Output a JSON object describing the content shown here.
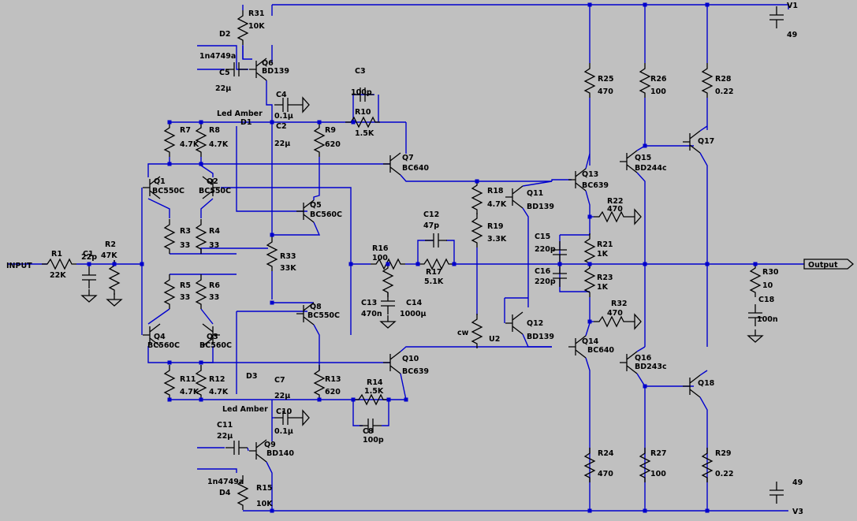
{
  "colors": {
    "background": "#c0c0c0",
    "wire": "#0000cd",
    "component": "#000000"
  },
  "nets": {
    "input": "INPUT",
    "output": "Output"
  },
  "labels": [
    {
      "id": "R31",
      "name": "R31",
      "value": "10K"
    },
    {
      "id": "D2",
      "name": "D2",
      "value": "1n4749a"
    },
    {
      "id": "Q6",
      "name": "Q6",
      "value": "BD139"
    },
    {
      "id": "C5",
      "name": "C5",
      "value": "22µ"
    },
    {
      "id": "C3",
      "name": "C3",
      "value": "100p"
    },
    {
      "id": "C4",
      "name": "C4",
      "value": "0.1µ"
    },
    {
      "id": "R10",
      "name": "R10",
      "value": "1.5K"
    },
    {
      "id": "D1",
      "name": "D1",
      "value": "Led Amber"
    },
    {
      "id": "C2",
      "name": "C2",
      "value": "22µ"
    },
    {
      "id": "R7",
      "name": "R7",
      "value": "4.7K"
    },
    {
      "id": "R8",
      "name": "R8",
      "value": "4.7K"
    },
    {
      "id": "R9",
      "name": "R9",
      "value": "620"
    },
    {
      "id": "Q7",
      "name": "Q7",
      "value": "BC640"
    },
    {
      "id": "Q1",
      "name": "Q1",
      "value": "BC550C"
    },
    {
      "id": "Q2",
      "name": "Q2",
      "value": "BC550C"
    },
    {
      "id": "Q5",
      "name": "Q5",
      "value": "BC560C"
    },
    {
      "id": "R3",
      "name": "R3",
      "value": "33"
    },
    {
      "id": "R4",
      "name": "R4",
      "value": "33"
    },
    {
      "id": "R1",
      "name": "R1",
      "value": "22K"
    },
    {
      "id": "C1",
      "name": "C1",
      "value": "22p"
    },
    {
      "id": "R2",
      "name": "R2",
      "value": "47K"
    },
    {
      "id": "R33",
      "name": "R33",
      "value": "33K"
    },
    {
      "id": "R16",
      "name": "R16",
      "value": "100"
    },
    {
      "id": "C12",
      "name": "C12",
      "value": "47p"
    },
    {
      "id": "R17",
      "name": "R17",
      "value": "5.1K"
    },
    {
      "id": "R18",
      "name": "R18",
      "value": "4.7K"
    },
    {
      "id": "R19",
      "name": "R19",
      "value": "3.3K"
    },
    {
      "id": "Q11",
      "name": "Q11",
      "value": "BD139"
    },
    {
      "id": "R5",
      "name": "R5",
      "value": "33"
    },
    {
      "id": "R6",
      "name": "R6",
      "value": "33"
    },
    {
      "id": "C13",
      "name": "C13",
      "value": "470n"
    },
    {
      "id": "C14",
      "name": "C14",
      "value": "1000µ"
    },
    {
      "id": "Q8",
      "name": "Q8",
      "value": "BC550C"
    },
    {
      "id": "Q4",
      "name": "Q4",
      "value": "BC560C"
    },
    {
      "id": "Q3",
      "name": "Q3",
      "value": "BC560C"
    },
    {
      "id": "U2",
      "name": "U2",
      "value": "cw"
    },
    {
      "id": "Q12",
      "name": "Q12",
      "value": "BD139"
    },
    {
      "id": "Q10",
      "name": "Q10",
      "value": "BC639"
    },
    {
      "id": "R11",
      "name": "R11",
      "value": "4.7K"
    },
    {
      "id": "R12",
      "name": "R12",
      "value": "4.7K"
    },
    {
      "id": "R13",
      "name": "R13",
      "value": "620"
    },
    {
      "id": "R14",
      "name": "R14",
      "value": "1.5K"
    },
    {
      "id": "D3",
      "name": "D3",
      "value": "Led Amber"
    },
    {
      "id": "C7",
      "name": "C7",
      "value": "22µ"
    },
    {
      "id": "C8",
      "name": "C8",
      "value": "100p"
    },
    {
      "id": "C10",
      "name": "C10",
      "value": "0.1µ"
    },
    {
      "id": "C11",
      "name": "C11",
      "value": "22µ"
    },
    {
      "id": "Q9",
      "name": "Q9",
      "value": "BD140"
    },
    {
      "id": "D4",
      "name": "D4",
      "value": "1n4749a"
    },
    {
      "id": "R15",
      "name": "R15",
      "value": "10K"
    },
    {
      "id": "R25",
      "name": "R25",
      "value": "470"
    },
    {
      "id": "R26",
      "name": "R26",
      "value": "100"
    },
    {
      "id": "R28",
      "name": "R28",
      "value": "0.22"
    },
    {
      "id": "Q13",
      "name": "Q13",
      "value": "BC639"
    },
    {
      "id": "Q15",
      "name": "Q15",
      "value": "BD244c"
    },
    {
      "id": "Q17",
      "name": "Q17",
      "value": ""
    },
    {
      "id": "R22",
      "name": "R22",
      "value": "470"
    },
    {
      "id": "C15",
      "name": "C15",
      "value": "220p"
    },
    {
      "id": "C16",
      "name": "C16",
      "value": "220p"
    },
    {
      "id": "R21",
      "name": "R21",
      "value": "1K"
    },
    {
      "id": "R23",
      "name": "R23",
      "value": "1K"
    },
    {
      "id": "R32",
      "name": "R32",
      "value": "470"
    },
    {
      "id": "Q14",
      "name": "Q14",
      "value": "BC640"
    },
    {
      "id": "Q16",
      "name": "Q16",
      "value": "BD243c"
    },
    {
      "id": "Q18",
      "name": "Q18",
      "value": ""
    },
    {
      "id": "R24",
      "name": "R24",
      "value": "470"
    },
    {
      "id": "R27",
      "name": "R27",
      "value": "100"
    },
    {
      "id": "R29",
      "name": "R29",
      "value": "0.22"
    },
    {
      "id": "R30",
      "name": "R30",
      "value": "10"
    },
    {
      "id": "C18",
      "name": "C18",
      "value": "100n"
    },
    {
      "id": "V1",
      "name": "V1",
      "value": "49"
    },
    {
      "id": "V3",
      "name": "V3",
      "value": "49"
    }
  ]
}
